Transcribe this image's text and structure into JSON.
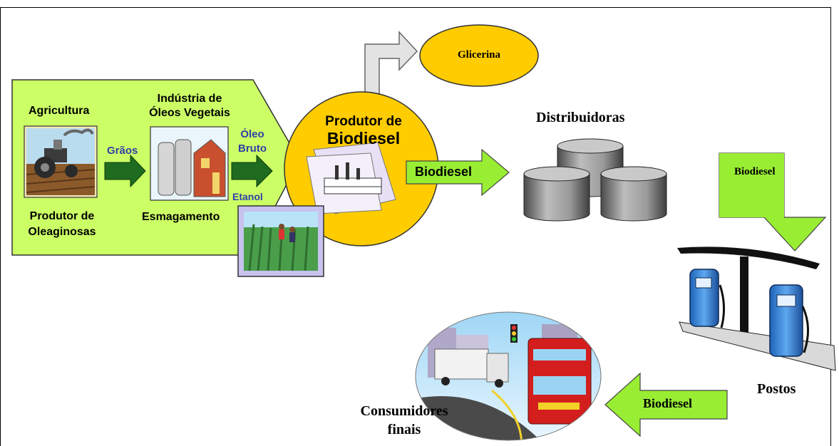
{
  "glicerina": "Glicerina",
  "agricultura": "Agricultura",
  "graos": "Grãos",
  "industria_line1": "Indústria de",
  "industria_line2": "Óleos Vegetais",
  "oleo_line1": "Óleo",
  "oleo_line2": "Bruto",
  "etanol": "Etanol",
  "produtor_oleaginosas_line1": "Produtor de",
  "produtor_oleaginosas_line2": "Oleaginosas",
  "esmagamento": "Esmagamento",
  "produtor_biodiesel_line1": "Produtor de",
  "produtor_biodiesel_line2": "Biodiesel",
  "biodiesel_arrow_1": "Biodiesel",
  "distribuidoras": "Distribuidoras",
  "biodiesel_arrow_2": "Biodiesel",
  "postos": "Postos",
  "biodiesel_arrow_3": "Biodiesel",
  "consumidores_line1": "Consumidores",
  "consumidores_line2": "finais",
  "colors": {
    "green_panel": "#ccff66",
    "gold_circle": "#ffcc00",
    "arrow_green": "#99ee33",
    "dark_arrow": "#1f6b1f",
    "grey_tank": "#888888",
    "label_blue": "#2f3fa8"
  }
}
